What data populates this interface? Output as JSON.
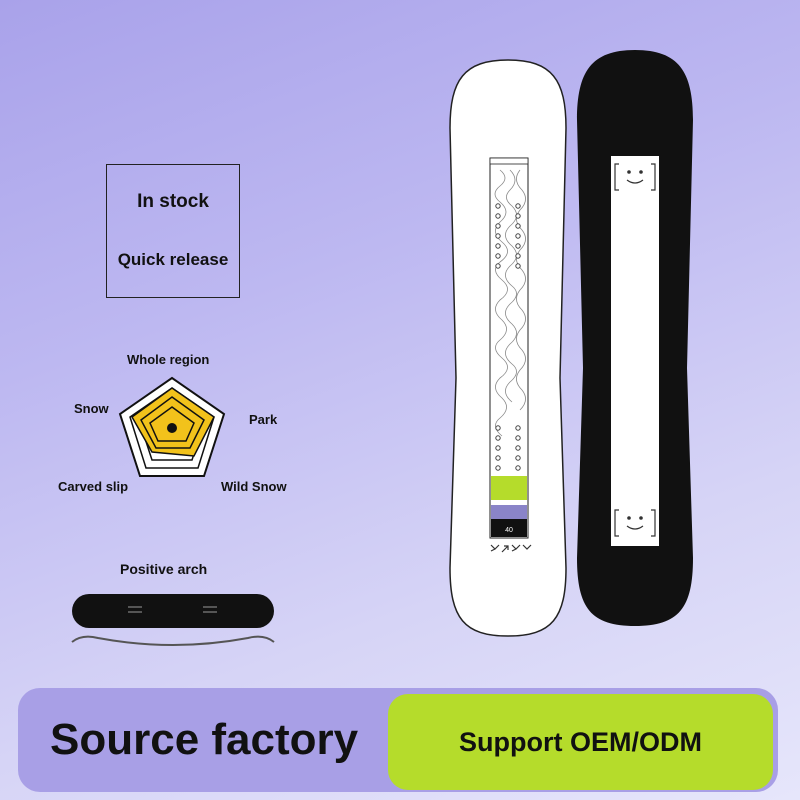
{
  "stock": {
    "line1": "In stock",
    "line2": "Quick release"
  },
  "radar": {
    "labels": {
      "top": "Whole region",
      "left": "Snow",
      "right": "Park",
      "bottom_left": "Carved slip",
      "bottom_right": "Wild Snow"
    },
    "fill_color": "#f2c21b",
    "center_color": "#111111"
  },
  "arch": {
    "label": "Positive arch"
  },
  "boards": {
    "white_board": {
      "base_color": "#ffffff",
      "size_label": "40",
      "accent_green": "#b5dc2b",
      "accent_purple": "#8a84c8"
    },
    "black_board": {
      "base_color": "#111111",
      "stripe_color": "#ffffff",
      "face_icon": "smiley-face-icon"
    }
  },
  "banner": {
    "title": "Source factory",
    "pill_text": "Support OEM/ODM",
    "bg_color": "#a89fe6",
    "pill_color": "#b5dc2b"
  }
}
